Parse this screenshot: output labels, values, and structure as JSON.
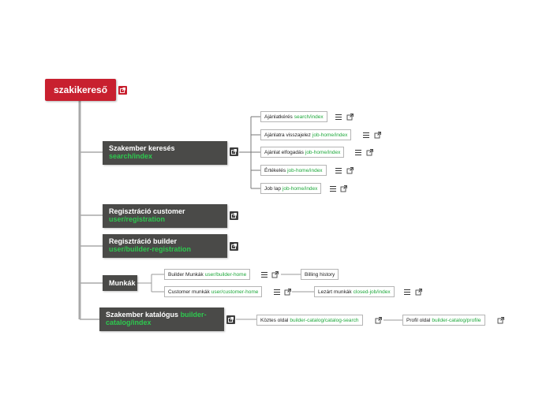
{
  "root": {
    "label": "szakikereső"
  },
  "branches": [
    {
      "title": "Szakember keresés",
      "path": "search/index",
      "children": [
        {
          "label": "Ajánlatkérés",
          "path": "search/index"
        },
        {
          "label": "Ajánlatra visszajelez",
          "path": "job-home/index"
        },
        {
          "label": "Ajánlat elfogadás",
          "path": "job-home/index"
        },
        {
          "label": "Értékelés",
          "path": "job-home/index"
        },
        {
          "label": "Job lap",
          "path": "job-home/index"
        }
      ]
    },
    {
      "title": "Regisztráció customer",
      "path": "user/registration"
    },
    {
      "title": "Regisztráció builder",
      "path": "user/builder-registration"
    },
    {
      "title": "Munkák",
      "children": [
        {
          "label": "Builder Munkák",
          "path": "user/builder-home",
          "child": {
            "label": "Billing history"
          }
        },
        {
          "label": "Customer munkák",
          "path": "user/customer-home",
          "child": {
            "label": "Lezárt munkák",
            "path": "closed-job/index"
          }
        }
      ]
    },
    {
      "title": "Szakember katalógus",
      "path_line1": "builder-",
      "path_line2": "catalog/index",
      "children": [
        {
          "label": "Köztes oldal",
          "path": "builder-catalog/catalog-search",
          "child": {
            "label": "Profil oldal",
            "path": "builder-catalog/profile"
          }
        }
      ]
    }
  ],
  "colors": {
    "root": "#c8202f",
    "main": "#4a4a48",
    "path": "#2ec84f",
    "leaf_path": "#1ea83b"
  },
  "icons": {
    "external": "external-link-icon",
    "menu": "hamburger-menu-icon"
  }
}
